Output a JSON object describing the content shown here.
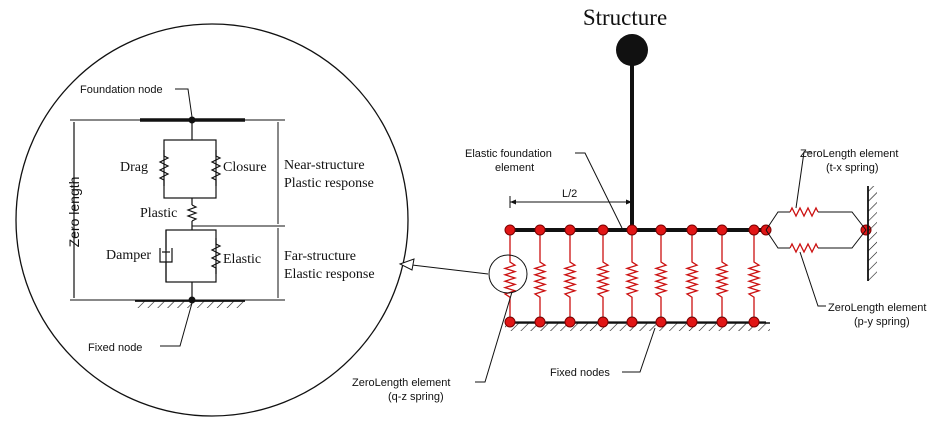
{
  "title": "Structure",
  "left_detail": {
    "foundation_node": "Foundation node",
    "fixed_node": "Fixed node",
    "zero_length": "Zero length",
    "drag": "Drag",
    "closure": "Closure",
    "plastic": "Plastic",
    "damper": "Damper",
    "elastic": "Elastic",
    "near_structure_line1": "Near-structure",
    "near_structure_line2": "Plastic response",
    "far_structure_line1": "Far-structure",
    "far_structure_line2": "Elastic response"
  },
  "right_model": {
    "elastic_foundation_line1": "Elastic foundation",
    "elastic_foundation_line2": "element",
    "half_length": "L/2",
    "fixed_nodes": "Fixed nodes",
    "qz_line1": "ZeroLength element",
    "qz_line2": "(q-z spring)",
    "tx_line1": "ZeroLength element",
    "tx_line2": "(t-x spring)",
    "py_line1": "ZeroLength element",
    "py_line2": "(p-y spring)"
  },
  "colors": {
    "line": "#111111",
    "spring": "#cc1111",
    "node": "#e11616"
  }
}
